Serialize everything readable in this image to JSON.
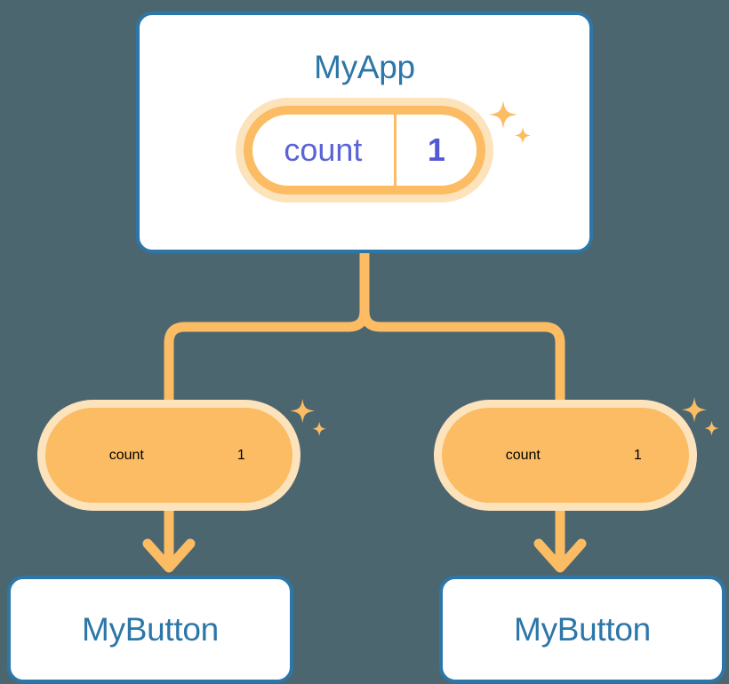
{
  "diagram": {
    "title_hidden": "",
    "background_color": "#4c6670",
    "accent_orange": "#fbbc63",
    "accent_orange_soft": "#fde3bc",
    "accent_blue": "#2c77a8",
    "accent_purple": "#6169d9"
  },
  "root": {
    "label": "MyApp",
    "state": {
      "key": "count",
      "value": "1"
    }
  },
  "children": [
    {
      "state": {
        "key": "count",
        "value": "1"
      },
      "label": "MyButton"
    },
    {
      "state": {
        "key": "count",
        "value": "1"
      },
      "label": "MyButton"
    }
  ]
}
